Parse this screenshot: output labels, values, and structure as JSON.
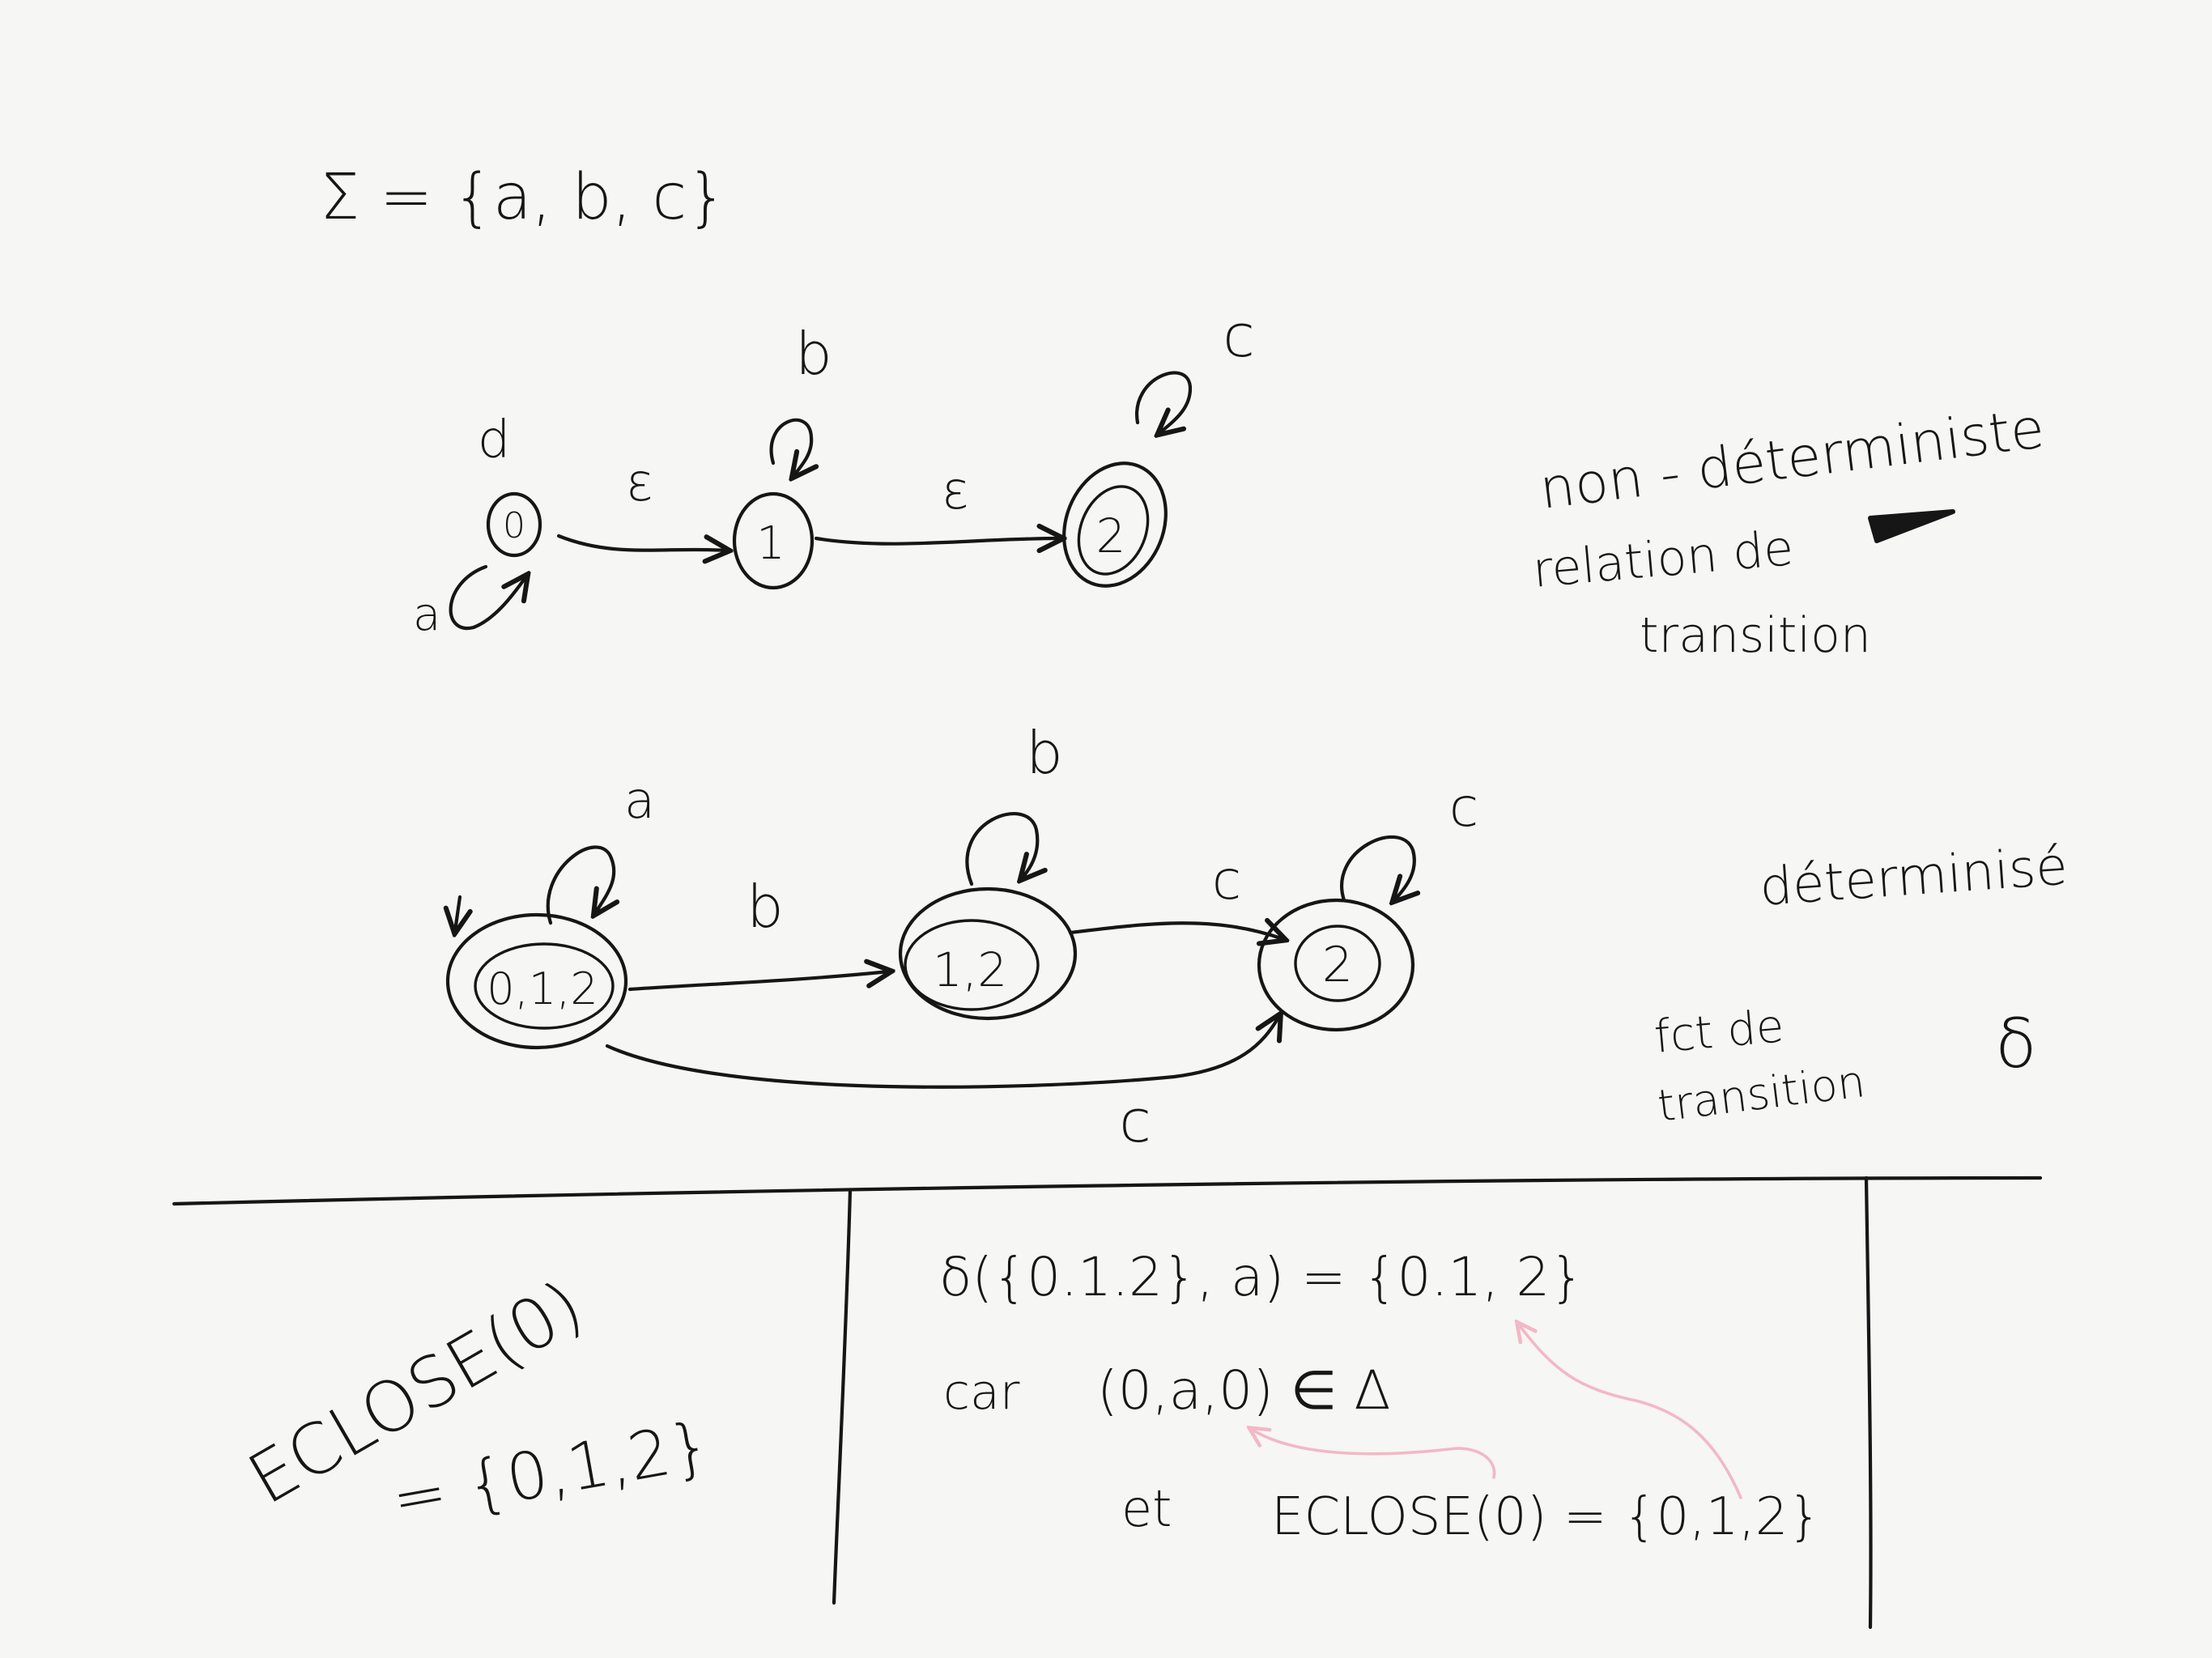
{
  "alphabet": "Σ = {a, b, c}",
  "nfa": {
    "states": [
      "0",
      "1",
      "2"
    ],
    "initial_marker": "d",
    "loop_labels": {
      "q0": "a",
      "q1": "b",
      "q2": "c"
    },
    "epsilon_01": "ε",
    "epsilon_12": "ε"
  },
  "nfa_note": {
    "line1": "non - déterministe",
    "line2": "relation de",
    "line3": "transition"
  },
  "dfa": {
    "states": [
      "0,1,2",
      "1,2",
      "2"
    ],
    "loop_labels": {
      "q012": "a",
      "q12": "b",
      "q2": "c"
    },
    "edge_012_12": "b",
    "edge_12_2": "c",
    "edge_012_2": "c"
  },
  "dfa_note": {
    "line1": "déterminisé",
    "line2": "fct de",
    "line3": "transition",
    "delta": "δ"
  },
  "eclose": {
    "title": "ECLOSE(0)",
    "value": "= {0,1,2}"
  },
  "derivation": {
    "line1": "δ({0.1.2}, a) = {0.1, 2}",
    "line2_car": "car",
    "line2_rel": "(0,a,0) ∈ Δ",
    "line3_et": "et",
    "line3_eclose": "ECLOSE(0) = {0,1,2}"
  },
  "colors": {
    "ink": "#161616",
    "annotation": "#f2b8c6",
    "paper": "#f6f6f4"
  }
}
